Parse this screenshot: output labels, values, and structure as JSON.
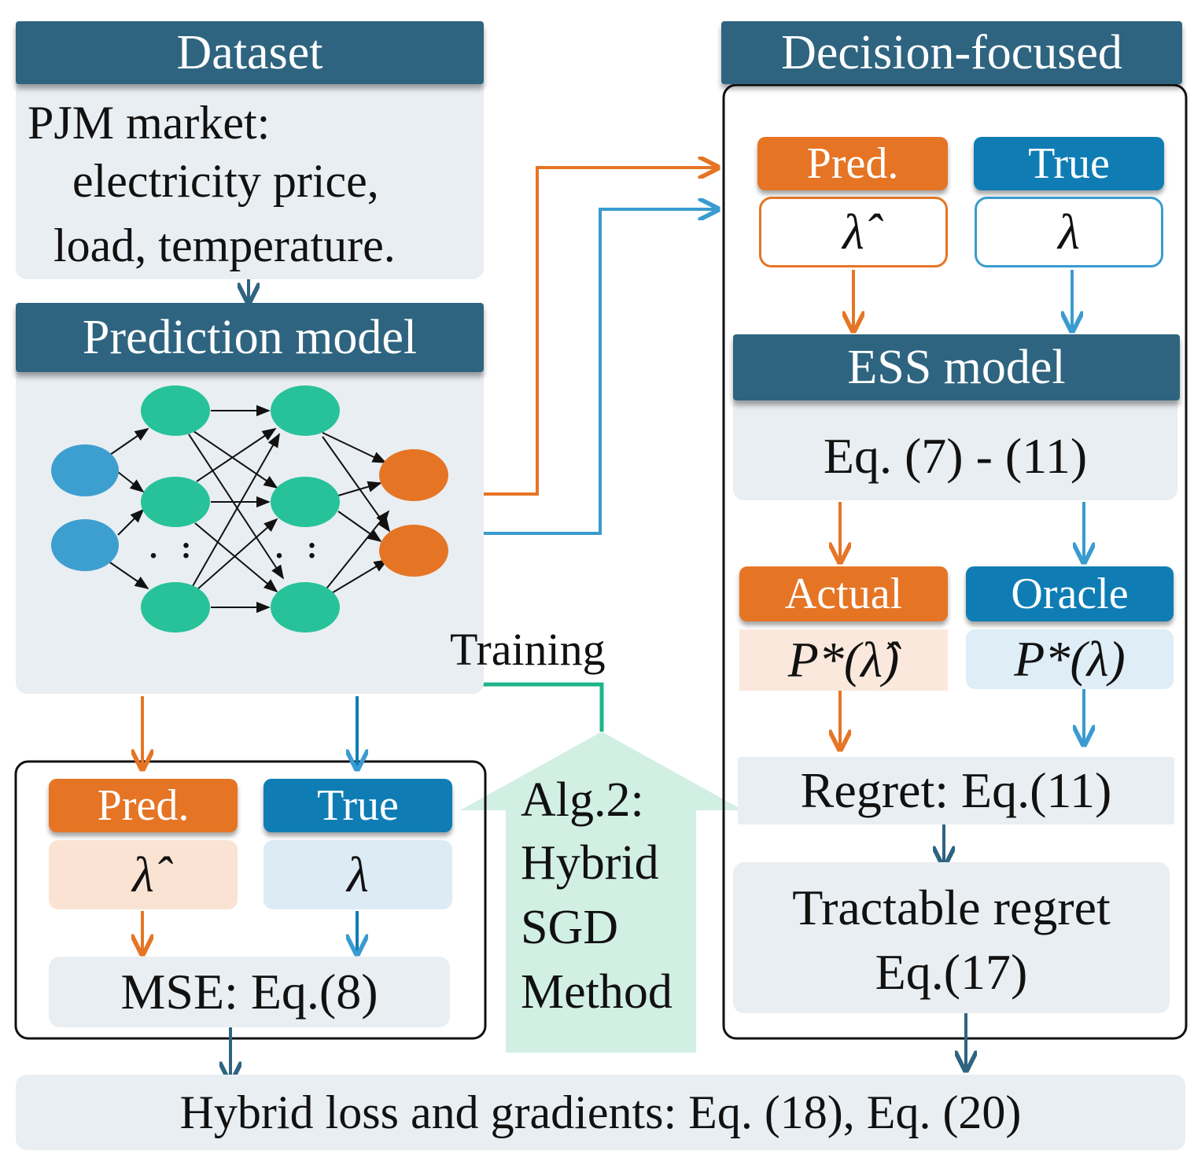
{
  "dataset": {
    "title": "Dataset",
    "line1": "PJM market:",
    "line2": "electricity price,",
    "line3": "load, temperature."
  },
  "prediction_model": {
    "title": "Prediction model",
    "dots": ".   :",
    "dots2": ".   :"
  },
  "decision_focused": {
    "title": "Decision-focused",
    "pred_label": "Pred.",
    "true_label": "True",
    "pred_symbol": "λ̂",
    "true_symbol": "λ",
    "ess_title": "ESS model",
    "ess_eq": "Eq. (7) - (11)",
    "actual_label": "Actual",
    "oracle_label": "Oracle",
    "actual_value": "P*(λ̂)",
    "oracle_value": "P*(λ)",
    "regret": "Regret: Eq.(11)",
    "tractable_line1": "Tractable regret",
    "tractable_line2": "Eq.(17)"
  },
  "mse_box": {
    "pred_label": "Pred.",
    "true_label": "True",
    "pred_symbol": "λ̂",
    "true_symbol": "λ",
    "mse": "MSE: Eq.(8)"
  },
  "training": {
    "label": "Training",
    "alg_line1": "Alg.2:",
    "alg_line2": "Hybrid",
    "alg_line3": "SGD",
    "alg_line4": "Method"
  },
  "hybrid_loss": "Hybrid loss and gradients: Eq. (18), Eq. (20)",
  "colors": {
    "header": "#2e6480",
    "orange": "#e57525",
    "blue": "#0f7db4",
    "light_blue_arrow": "#3a9bd0",
    "green": "#1fb489",
    "teal_node": "#27c29a",
    "input_node": "#3d9fcf",
    "panel": "#e9eef2",
    "green_band": "#d2efe4"
  }
}
